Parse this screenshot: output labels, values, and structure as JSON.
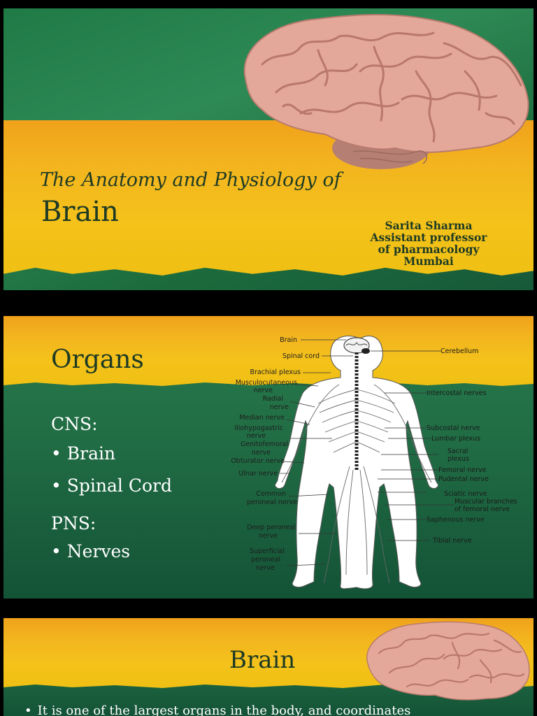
{
  "slides": {
    "title_slide": {
      "subtitle": "The Anatomy and Physiology of",
      "title": "Brain",
      "author_lines": [
        "Sarita Sharma",
        "Assistant professor",
        "of pharmacology",
        "Mumbai"
      ]
    },
    "organs_slide": {
      "title": "Organs",
      "items": [
        {
          "text": "CNS:",
          "bullet": false
        },
        {
          "text": "Brain",
          "bullet": true
        },
        {
          "text": "Spinal Cord",
          "bullet": true
        },
        {
          "text": "PNS:",
          "bullet": false
        },
        {
          "text": "Nerves",
          "bullet": true
        }
      ],
      "diagram_labels_left": [
        "Brain",
        "Spinal cord",
        "Brachial plexus",
        "Musculocutaneous",
        "nerve",
        "Radial",
        "nerve",
        "Median nerve",
        "Iliohypogastric",
        "nerve",
        "Genitofemoral",
        "nerve",
        "Obturator nerve",
        "Ulnar nerve",
        "Common",
        "peroneal nerve",
        "Deep peroneal",
        "nerve",
        "Superficial",
        "peroneal",
        "nerve"
      ],
      "diagram_labels_right": [
        "Cerebellum",
        "Intercostal nerves",
        "Subcostal nerve",
        "Lumbar plexus",
        "Sacral",
        "plexus",
        "Femoral nerve",
        "Pudental nerve",
        "Sciatic nerve",
        "Muscular branches",
        "of femoral nerve",
        "Saphenous nerve",
        "Tibial nerve"
      ]
    },
    "brain_slide": {
      "title": "Brain",
      "bullet": "It is one of the largest organs in the body, and coordinates"
    }
  }
}
